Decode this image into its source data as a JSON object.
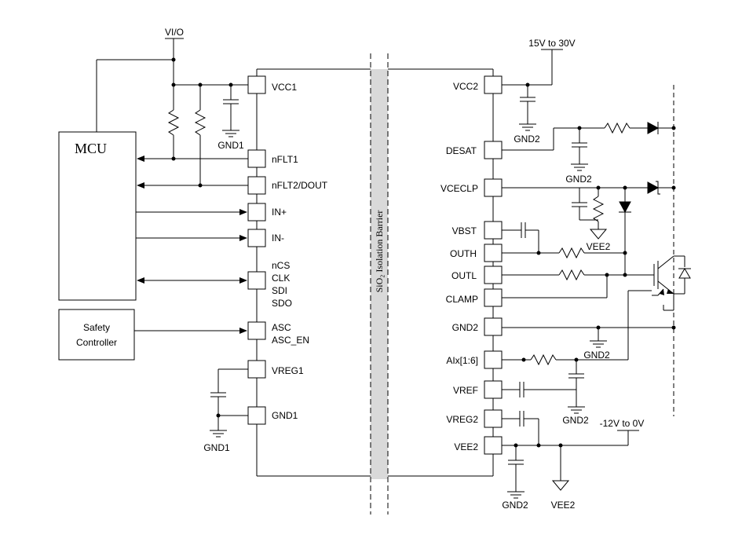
{
  "mcu": {
    "label": "MCU"
  },
  "safety_controller": {
    "line1": "Safety",
    "line2": "Controller"
  },
  "supplies": {
    "vio": "VI/O",
    "vcc2_supply": "15V to 30V",
    "vee2_supply": "-12V to 0V"
  },
  "grounds": {
    "gnd1": "GND1",
    "gnd2": "GND2",
    "vee2": "VEE2"
  },
  "barrier": {
    "label": "SiO₂ Isolation Barrier"
  },
  "left_pins": {
    "vcc1": "VCC1",
    "nflt1": "nFLT1",
    "nflt2": "nFLT2/DOUT",
    "in_plus": "IN+",
    "in_minus": "IN-",
    "ncs": "nCS",
    "clk": "CLK",
    "sdi": "SDI",
    "sdo": "SDO",
    "asc": "ASC",
    "asc_en": "ASC_EN",
    "vreg1": "VREG1",
    "gnd1": "GND1"
  },
  "right_pins": {
    "vcc2": "VCC2",
    "desat": "DESAT",
    "vceclp": "VCECLP",
    "vbst": "VBST",
    "outh": "OUTH",
    "outl": "OUTL",
    "clamp": "CLAMP",
    "gnd2": "GND2",
    "aix": "AIx[1:6]",
    "vref": "VREF",
    "vreg2": "VREG2",
    "vee2": "VEE2"
  },
  "colors": {
    "barrier_fill": "#d9d9d9",
    "line": "#000000"
  }
}
